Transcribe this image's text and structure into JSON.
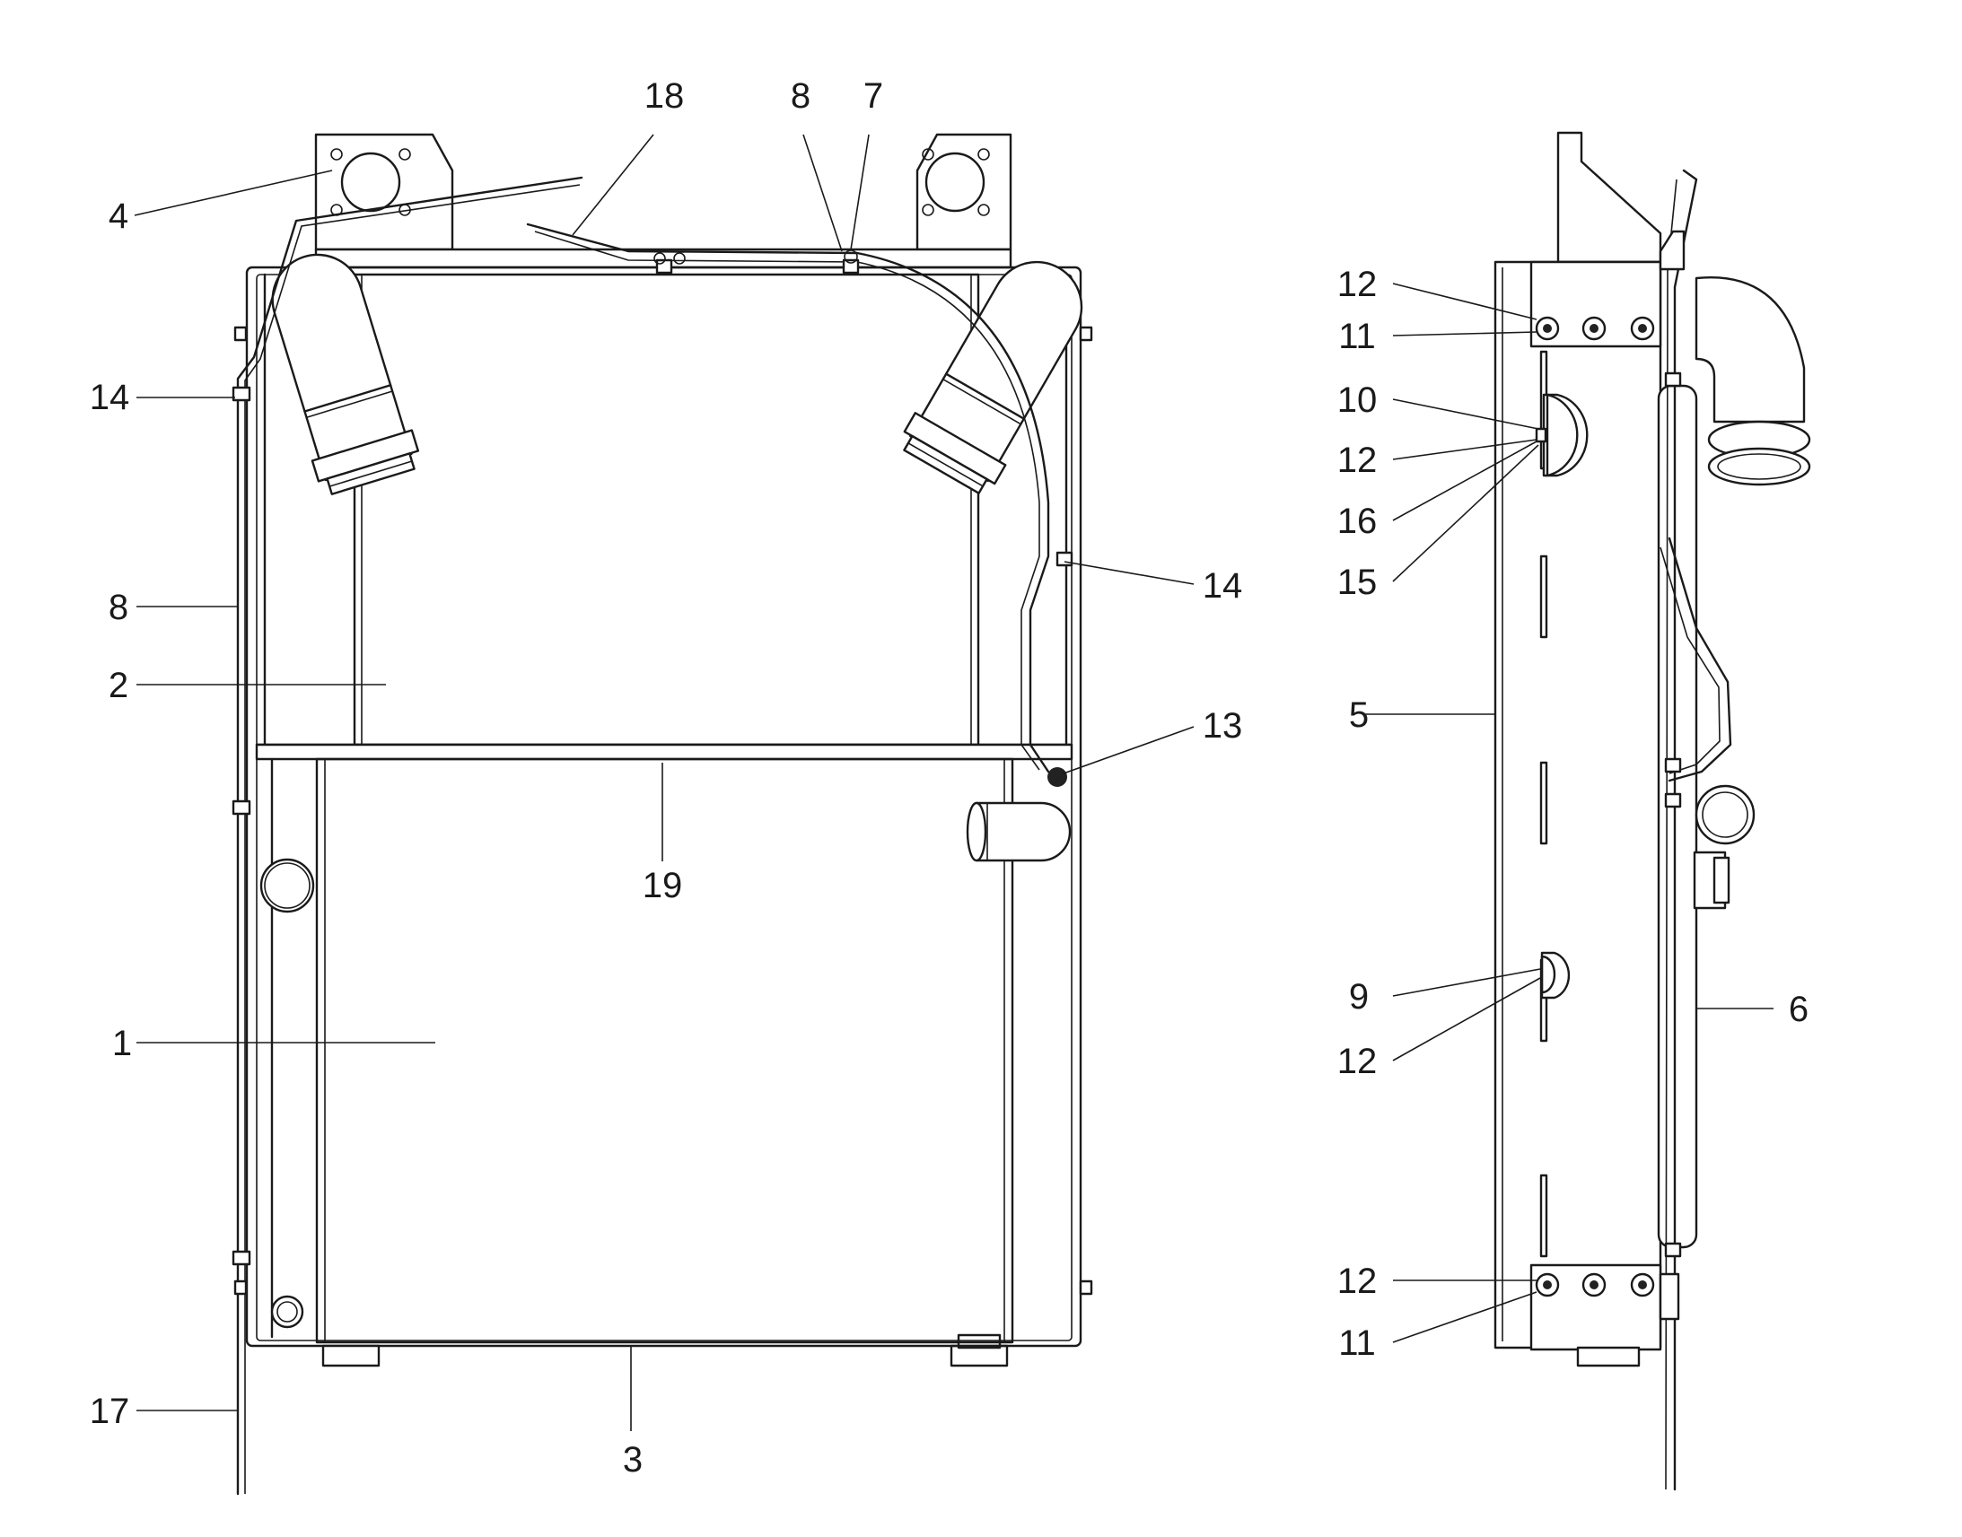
{
  "front_view_labels": [
    "18",
    "8",
    "7",
    "4",
    "14",
    "8",
    "2",
    "14",
    "13",
    "19",
    "1",
    "17",
    "3"
  ],
  "side_view_labels": [
    "12",
    "11",
    "10",
    "12",
    "16",
    "15",
    "5",
    "9",
    "12",
    "6",
    "12",
    "11"
  ],
  "colors": {
    "line": "#1a1a1a",
    "background": "#ffffff",
    "hatch": "#555555"
  }
}
